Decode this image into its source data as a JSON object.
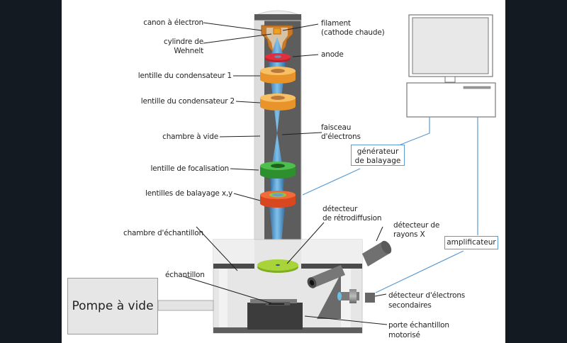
{
  "diagram": {
    "title": "Microscope électronique à balayage",
    "labels_left": {
      "canon": "canon à électron",
      "wehnelt_1": "cylindre de",
      "wehnelt_2": "Wehnelt",
      "condenser1": "lentille du condensateur 1",
      "condenser2": "lentille du condensateur 2",
      "vacuum_chamber": "chambre à vide",
      "focus_lens": "lentille de focalisation",
      "scan_lens": "lentilles de balayage x,y",
      "sample_chamber": "chambre d'échantillon",
      "sample": "échantillon"
    },
    "labels_right": {
      "filament_1": "filament",
      "filament_2": "(cathode chaude)",
      "anode": "anode",
      "beam_1": "faisceau",
      "beam_2": "d'électrons",
      "bse_1": "détecteur",
      "bse_2": "de rétrodiffusion",
      "xray_1": "détecteur de",
      "xray_2": "rayons X",
      "se_1": "détecteur d'électrons",
      "se_2": "secondaires",
      "stage_1": "porte échantillon",
      "stage_2": "motorisé"
    },
    "boxes": {
      "scan_gen_1": "générateur",
      "scan_gen_2": "de balayage",
      "amplifier": "amplificateur",
      "pump": "Pompe à vide"
    },
    "colors": {
      "background_frame": "#131a22",
      "beam": "#4a90c8",
      "gun": "#c77a2a",
      "anode": "#e03040",
      "condenser": "#f2a33a",
      "focus_lens": "#3ca83c",
      "scan_lens": "#e8552a",
      "bse_detector": "#9acd32",
      "signal_line": "#5b9bd1"
    }
  }
}
